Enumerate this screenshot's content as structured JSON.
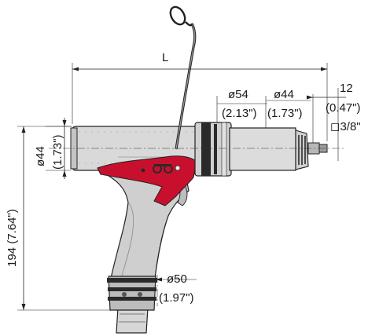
{
  "dimensions": {
    "length": "L",
    "body_diameter_mm": "ø44",
    "body_diameter_in": "(1.73\")",
    "collar_diameter_mm": "ø54",
    "collar_diameter_in": "(2.13\")",
    "front_diameter_mm": "ø44",
    "front_diameter_in": "(1.73\")",
    "drive_length_mm": "12",
    "drive_length_in": "(0.47\")",
    "square_drive": "◻3/8\"",
    "height": "194 (7.64\")",
    "handle_diameter_mm": "ø50",
    "handle_diameter_in": "(1.97\")"
  },
  "colors": {
    "body": "#d9d9d9",
    "grip": "#cfcfcf",
    "accent": "#c8102e",
    "dark": "#2a2a2a",
    "line": "#222222"
  }
}
